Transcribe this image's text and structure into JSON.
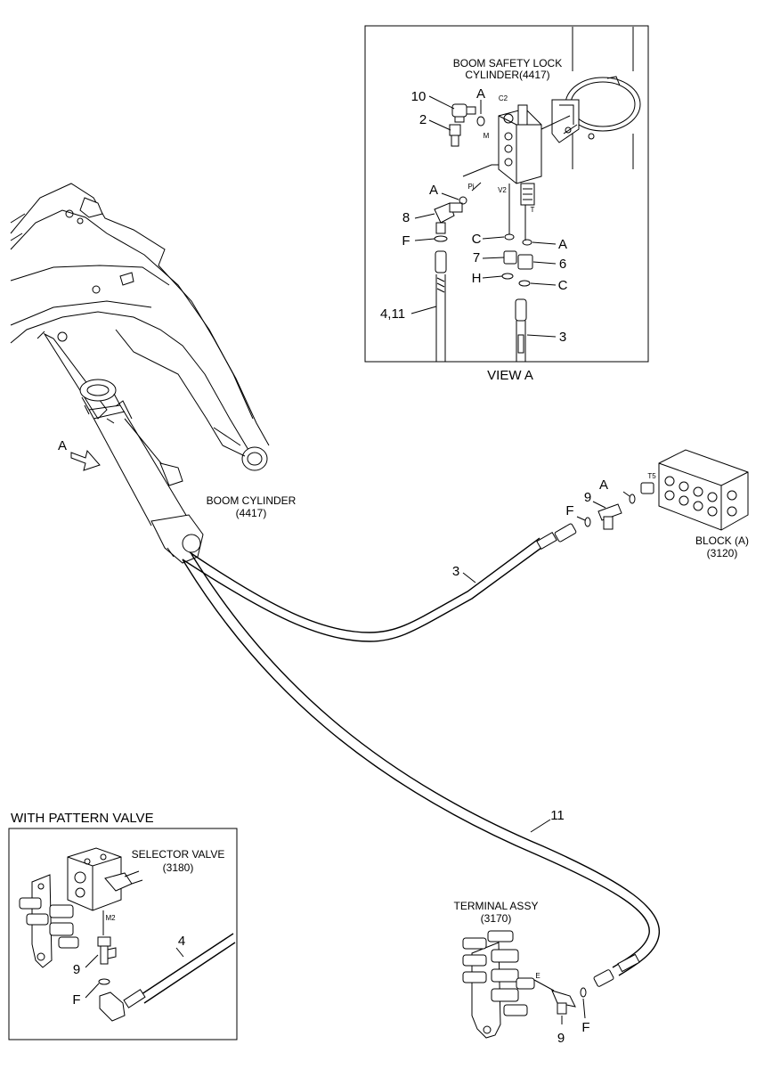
{
  "view_a": {
    "title": "VIEW A",
    "lock_cylinder_line1": "BOOM SAFETY LOCK",
    "lock_cylinder_line2": "CYLINDER(4417)",
    "ports": {
      "c2": "C2",
      "m": "M",
      "pi": "Pi",
      "v2": "V2",
      "t": "T"
    },
    "callouts": {
      "p10": "10",
      "p2": "2",
      "a1": "A",
      "a2": "A",
      "p8": "8",
      "f": "F",
      "c1": "C",
      "a3": "A",
      "p7": "7",
      "p6": "6",
      "h": "H",
      "c2": "C",
      "p4_11": "4,11",
      "p3": "3"
    }
  },
  "main": {
    "arrow_label": "A",
    "boom_cylinder_line1": "BOOM CYLINDER",
    "boom_cylinder_line2": "(4417)",
    "block_line1": "BLOCK (A)",
    "block_line2": "(3120)",
    "block_port": "T5",
    "terminal_line1": "TERMINAL ASSY",
    "terminal_line2": "(3170)",
    "terminal_port": "E",
    "callouts": {
      "p3": "3",
      "p9_block": "9",
      "a_block": "A",
      "f_block": "F",
      "p11": "11",
      "p9_term": "9",
      "f_term": "F"
    }
  },
  "pattern": {
    "heading": "WITH PATTERN VALVE",
    "selector_line1": "SELECTOR VALVE",
    "selector_line2": "(3180)",
    "port": "M2",
    "callouts": {
      "p4": "4",
      "p9": "9",
      "f": "F"
    }
  }
}
